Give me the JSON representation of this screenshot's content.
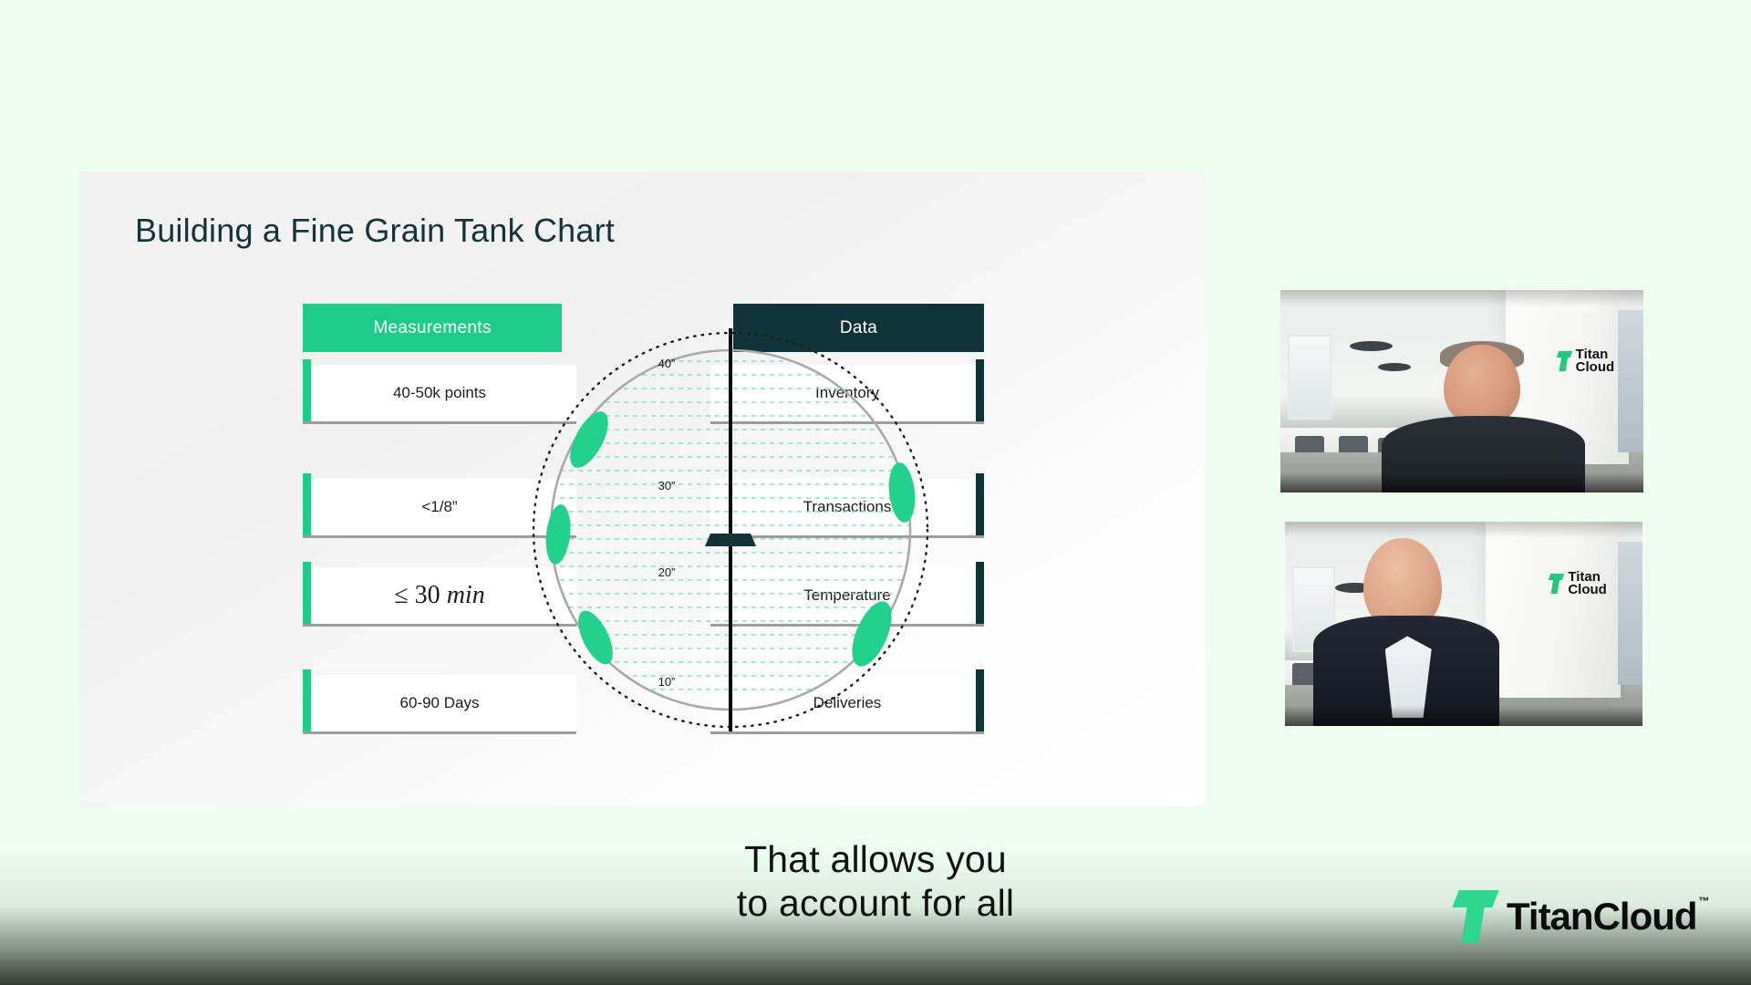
{
  "page": {
    "background_color": "#EDFDF0"
  },
  "slide": {
    "title": "Building a Fine Grain Tank Chart",
    "background_color": "#F2F2F2",
    "columns": {
      "left": {
        "header": "Measurements",
        "header_color": "#1ECB88",
        "rows": [
          {
            "label": "40-50k points"
          },
          {
            "label": "<1/8”"
          },
          {
            "label_prefix": "≤ 30 ",
            "label_em": "min",
            "is_math": true
          },
          {
            "label": "60-90 Days"
          }
        ]
      },
      "right": {
        "header": "Data",
        "header_color": "#0F3338",
        "rows": [
          {
            "label": "Inventory"
          },
          {
            "label": "Transactions"
          },
          {
            "label": "Temperature"
          },
          {
            "label": "Deliveries"
          }
        ]
      }
    }
  },
  "chart_data": {
    "type": "diagram",
    "title": "Fine Grain Tank Chart",
    "description": "Circular tank cross-section with a vertical gauge rod, horizontal dashed level gridlines, a float collar, and six green measurement blobs around the perimeter.",
    "tick_labels": [
      "40”",
      "30”",
      "20”",
      "10”"
    ],
    "tick_values": [
      40,
      30,
      20,
      10
    ],
    "unit": "inches",
    "axis_range": [
      0,
      44
    ],
    "gridlines": "dashed horizontal, light teal",
    "grid_color": "#8FD9C6",
    "outer_ring": "dotted",
    "outer_ring_color": "#1A1A1A",
    "inner_circle_color": "#AAAAAA",
    "gauge_rod_color": "#0A0A0A",
    "float_color": "#123338",
    "float_level": 20,
    "blob_color": "#22D18C",
    "blobs": [
      {
        "id": "blob-upper-left",
        "angle_deg": 145,
        "level": 34
      },
      {
        "id": "blob-mid-left",
        "angle_deg": 188,
        "level": 25
      },
      {
        "id": "blob-lower-left",
        "angle_deg": 228,
        "level": 13
      },
      {
        "id": "blob-upper-right",
        "angle_deg": 15,
        "level": 29
      },
      {
        "id": "blob-lower-right",
        "angle_deg": 312,
        "level": 12
      }
    ]
  },
  "video": {
    "tiles": [
      {
        "name": "speaker-1",
        "description": "Man in dark polo shirt speaking, virtual office background",
        "wall_logo_line1": "Titan",
        "wall_logo_line2": "Cloud"
      },
      {
        "name": "speaker-2",
        "description": "Bald man in dark blazer and white shirt, looking down, virtual office background",
        "wall_logo_line1": "Titan",
        "wall_logo_line2": "Cloud"
      }
    ]
  },
  "caption": {
    "line1": "That allows you",
    "line2": "to account for all"
  },
  "brand": {
    "name": "TitanCloud",
    "trademark": "™",
    "mark_color": "#2FD68D",
    "text_color": "#0C0C0C"
  }
}
